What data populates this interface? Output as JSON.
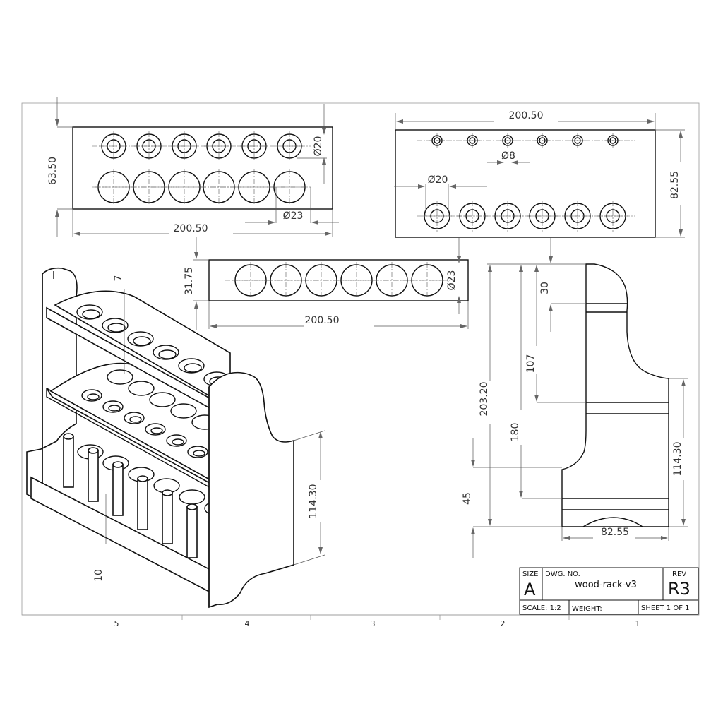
{
  "views": {
    "top": {
      "length": "200.50",
      "width": "63.50",
      "hole_small": "Ø20",
      "hole_large": "Ø23"
    },
    "bottom": {
      "length": "200.50",
      "width": "82.55",
      "hole_peg": "Ø8",
      "hole_mid": "Ø20"
    },
    "middle": {
      "length": "200.50",
      "width": "31.75",
      "hole": "Ø23"
    },
    "side": {
      "height": "203.20",
      "dim_180": "180",
      "dim_107": "107",
      "dim_30": "30",
      "dim_45": "45",
      "end_height": "114.30",
      "base": "82.55"
    },
    "iso": {
      "height": "114.30",
      "dim_7": "7",
      "dim_10": "10"
    }
  },
  "zones": [
    "5",
    "4",
    "3",
    "2",
    "1"
  ],
  "title_block": {
    "size_label": "SIZE",
    "size_value": "A",
    "dwg_label": "DWG. NO.",
    "dwg_value": "wood-rack-v3",
    "rev_label": "REV",
    "rev_value": "R3",
    "scale": "SCALE: 1:2",
    "weight": "WEIGHT:",
    "sheet": "SHEET 1 OF 1"
  }
}
